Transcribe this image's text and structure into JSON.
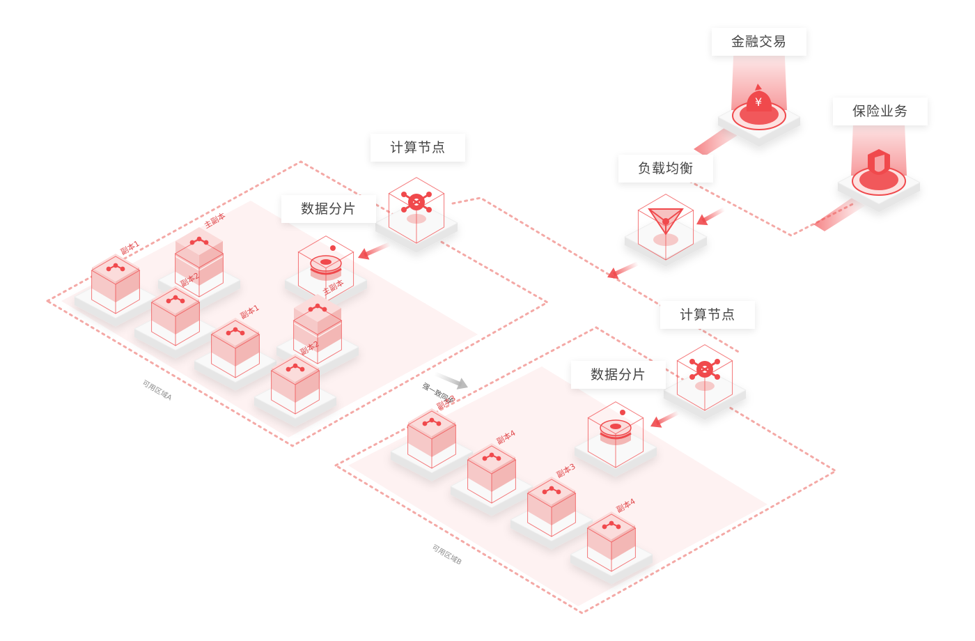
{
  "labels": {
    "finance": "金融交易",
    "insurance": "保险业务",
    "load_balance": "负载均衡",
    "compute_a": "计算节点",
    "shard_a": "数据分片",
    "compute_b": "计算节点",
    "shard_b": "数据分片"
  },
  "zones": {
    "zone_a": "可用区域A",
    "zone_b": "可用区域B"
  },
  "sync_text": "强一致同步",
  "replicas_a": [
    "副本1",
    "主副本",
    "副本2",
    "副本1",
    "主副本",
    "副本2"
  ],
  "replicas_b": [
    "副本3",
    "副本4",
    "副本3",
    "副本4"
  ],
  "colors": {
    "accent": "#f0494c",
    "accent_light": "#fdeeee",
    "dashed": "#f4a9a6",
    "platform": "#f7f7f7"
  }
}
